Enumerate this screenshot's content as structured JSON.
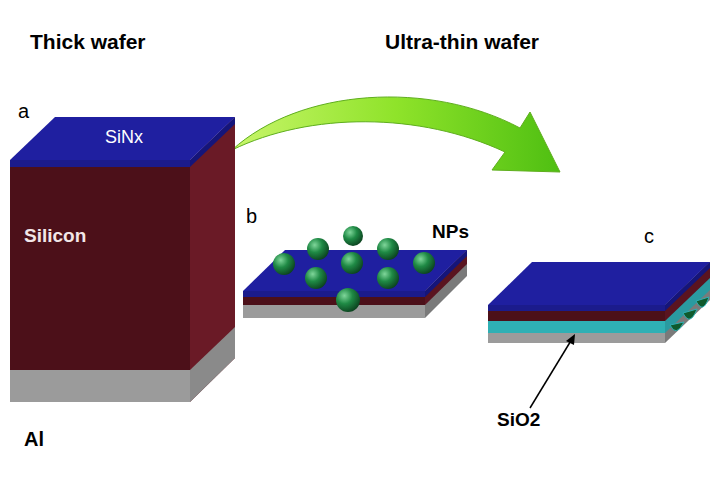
{
  "diagram": {
    "labels": [
      "Thick wafer",
      "Ultra-thin wafer",
      "a",
      "SiNx",
      "Silicon",
      "Al",
      "b",
      "NPs",
      "c",
      "SiO2"
    ]
  }
}
